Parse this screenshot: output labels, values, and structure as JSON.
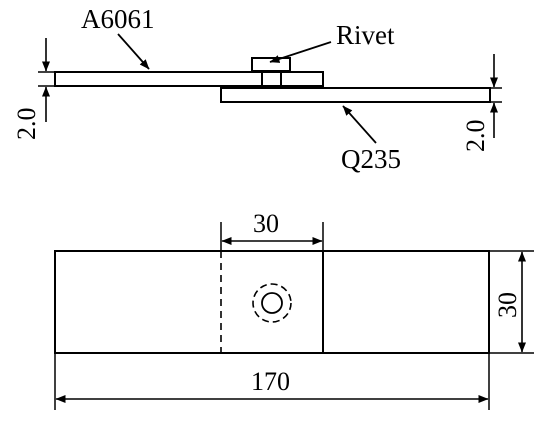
{
  "labels": {
    "top_material": "A6061",
    "rivet": "Rivet",
    "bottom_material": "Q235"
  },
  "dimensions": {
    "left_thickness": "2.0",
    "right_thickness": "2.0",
    "overlap_width": "30",
    "height": "30",
    "total_length": "170"
  },
  "colors": {
    "stroke": "#000000",
    "background": "#ffffff"
  }
}
